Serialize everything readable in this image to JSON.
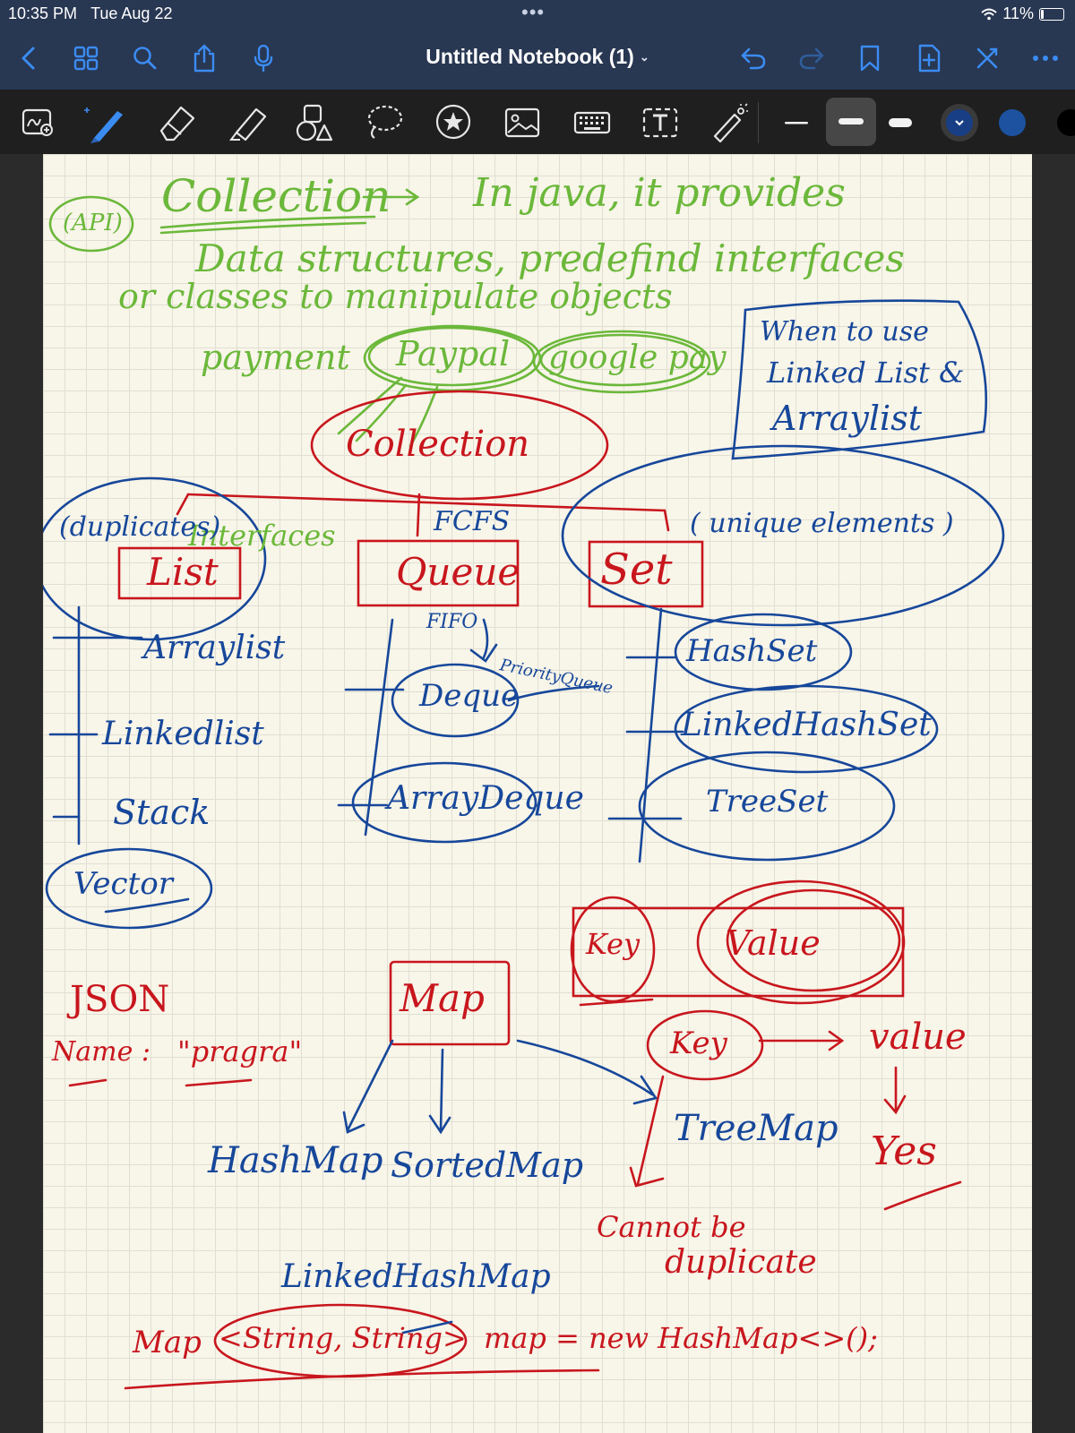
{
  "status_bar": {
    "time": "10:35 PM",
    "date": "Tue Aug 22",
    "battery": "11%",
    "battery_level": 0.11
  },
  "nav_bar": {
    "title": "Untitled Notebook (1)",
    "left_icons": [
      "back-icon",
      "grid-icon",
      "search-icon",
      "share-icon",
      "microphone-icon"
    ],
    "right_icons": [
      "undo-icon",
      "redo-icon",
      "bookmark-icon",
      "add-page-icon",
      "close-pen-icon",
      "more-icon"
    ]
  },
  "toolbar": {
    "tools": [
      "zoom-window-icon",
      "pen-icon",
      "eraser-icon",
      "highlighter-icon",
      "shapes-icon",
      "lasso-icon",
      "elements-icon",
      "image-icon",
      "keyboard-icon",
      "text-icon",
      "laser-pointer-icon"
    ],
    "stroke_widths": [
      "thin",
      "medium",
      "thick"
    ],
    "selected_width": "medium",
    "colors": [
      "#183e85",
      "#1c52a0",
      "#000000"
    ],
    "selected_color": "#183e85"
  },
  "colors": {
    "green_ink": "#6bb83a",
    "red_ink": "#c8161d",
    "blue_ink": "#16479a",
    "paper": "#f8f5e9",
    "header": "#283752"
  },
  "notes": {
    "api": "(API)",
    "collection_heading": "Collection",
    "intro_line1": "In java, it provides",
    "intro_line2": "Data structures, predefind interfaces",
    "intro_line3": "or classes to manipulate objects",
    "payment": "payment",
    "paypal": "Paypal",
    "google_pay": "google pay",
    "when_to_use_line1": "When to use",
    "when_to_use_line2": "Linked List &",
    "when_to_use_line3": "Arraylist",
    "collection_root": "Collection",
    "duplicates": "(duplicates)",
    "interfaces": "Interfaces",
    "fcfs": "FCFS",
    "unique_elements": "( unique elements )",
    "list": "List",
    "queue": "Queue",
    "set": "Set",
    "fifo": "FIFO",
    "arraylist": "Arraylist",
    "linkedlist": "Linkedlist",
    "stack": "Stack",
    "vector": "Vector",
    "deque": "Deque",
    "priority_queue": "PriorityQueue",
    "arraydeque": "ArrayDeque",
    "hashset": "HashSet",
    "linkedhashset": "LinkedHashSet",
    "treeset": "TreeSet",
    "key_box": "Key",
    "value_box": "Value",
    "json": "JSON",
    "name_key": "Name :",
    "name_value": "\"pragra\"",
    "map": "Map",
    "key": "Key",
    "value": "value",
    "yes": "Yes",
    "hashmap": "HashMap",
    "sortedmap": "SortedMap",
    "treemap": "TreeMap",
    "cannot_be": "Cannot be",
    "duplicate": "duplicate",
    "linkedhashmap": "LinkedHashMap",
    "code_map": "Map",
    "code_generic": "<String, String>",
    "code_rest": "map = new HashMap<>();"
  }
}
